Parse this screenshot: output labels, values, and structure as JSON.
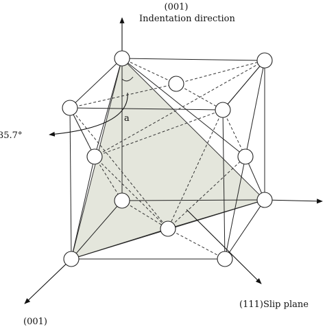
{
  "labels": {
    "top_axis": "(001)",
    "indentation": "Indentation direction",
    "angle_value": "35.7°",
    "angle_symbol": "a",
    "slip_plane": "(111)Slip plane",
    "bottom_axis": "(001)"
  },
  "colors": {
    "plane_fill": "#e4e6dc",
    "line": "#222222"
  }
}
